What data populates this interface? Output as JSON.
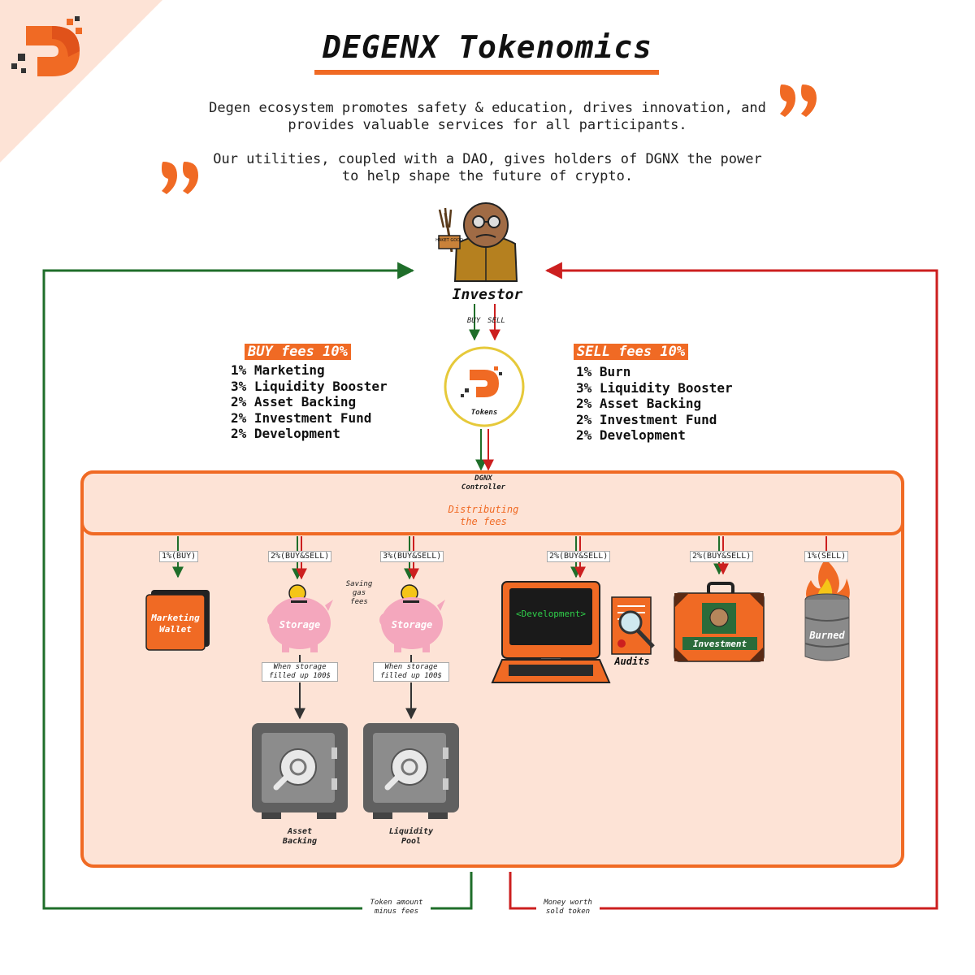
{
  "header": {
    "title": "DEGENX Tokenomics",
    "quote_1_line1": "Degen ecosystem promotes safety & education, drives innovation, and",
    "quote_1_line2": "provides valuable services for all participants.",
    "quote_2_line1": "Our utilities, coupled with a DAO, gives holders of DGNX the power",
    "quote_2_line2": "to help shape the future of crypto."
  },
  "investor": {
    "label": "Investor",
    "buy_label": "BUY",
    "sell_label": "SELL",
    "sign_text": "HAKET GOOD"
  },
  "tokens": {
    "label": "Tokens"
  },
  "buy_fees": {
    "heading": "BUY fees 10%",
    "items": [
      "1% Marketing",
      "3% Liquidity Booster",
      "2% Asset Backing",
      "2% Investment Fund",
      "2% Development"
    ]
  },
  "sell_fees": {
    "heading": "SELL fees 10%",
    "items": [
      "1% Burn",
      "3% Liquidity Booster",
      "2% Asset Backing",
      "2% Investment Fund",
      "2% Development"
    ]
  },
  "controller": {
    "line1": "DGNX",
    "line2": "Controller",
    "distributing_line1": "Distributing",
    "distributing_line2": "the fees"
  },
  "distribution": {
    "tag_marketing": "1%(BUY)",
    "tag_asset_storage": "2%(BUY&SELL)",
    "tag_liquidity_storage": "3%(BUY&SELL)",
    "tag_development": "2%(BUY&SELL)",
    "tag_investment": "2%(BUY&SELL)",
    "tag_burn": "1%(SELL)",
    "marketing_line1": "Marketing",
    "marketing_line2": "Wallet",
    "storage": "Storage",
    "saving_gas_line1": "Saving",
    "saving_gas_line2": "gas",
    "saving_gas_line3": "fees",
    "storage_fill_line1": "When storage",
    "storage_fill_line2": "filled up 100$",
    "development": "<Development>",
    "audits": "Audits",
    "investment": "Investment",
    "burned": "Burned",
    "asset_backing_line1": "Asset",
    "asset_backing_line2": "Backing",
    "liquidity_pool_line1": "Liquidity",
    "liquidity_pool_line2": "Pool"
  },
  "flows": {
    "token_return_line1": "Token amount",
    "token_return_line2": "minus fees",
    "money_return_line1": "Money worth",
    "money_return_line2": "sold token"
  },
  "colors": {
    "accent": "#f06a24",
    "buy_green": "#1f6e2a",
    "sell_red": "#cc1f1f",
    "panel_fill": "#fde3d6"
  }
}
